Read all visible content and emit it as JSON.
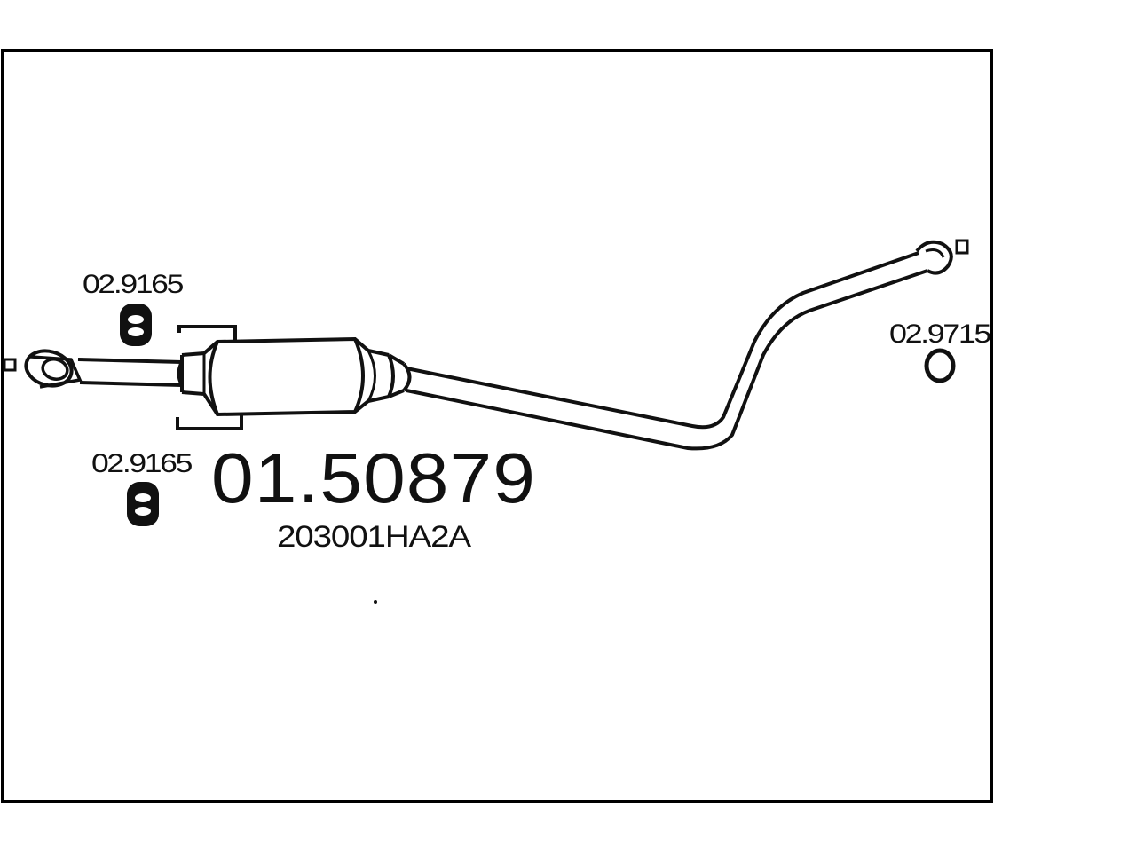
{
  "diagram": {
    "main_part_number": "01.50879",
    "oem_number": "203001HA2A",
    "part_labels": {
      "hanger_top": "02.9165",
      "hanger_bottom": "02.9165",
      "ring_right": "02.9715"
    },
    "colors": {
      "line": "#111111",
      "background": "#ffffff",
      "frame": "#000000"
    }
  }
}
